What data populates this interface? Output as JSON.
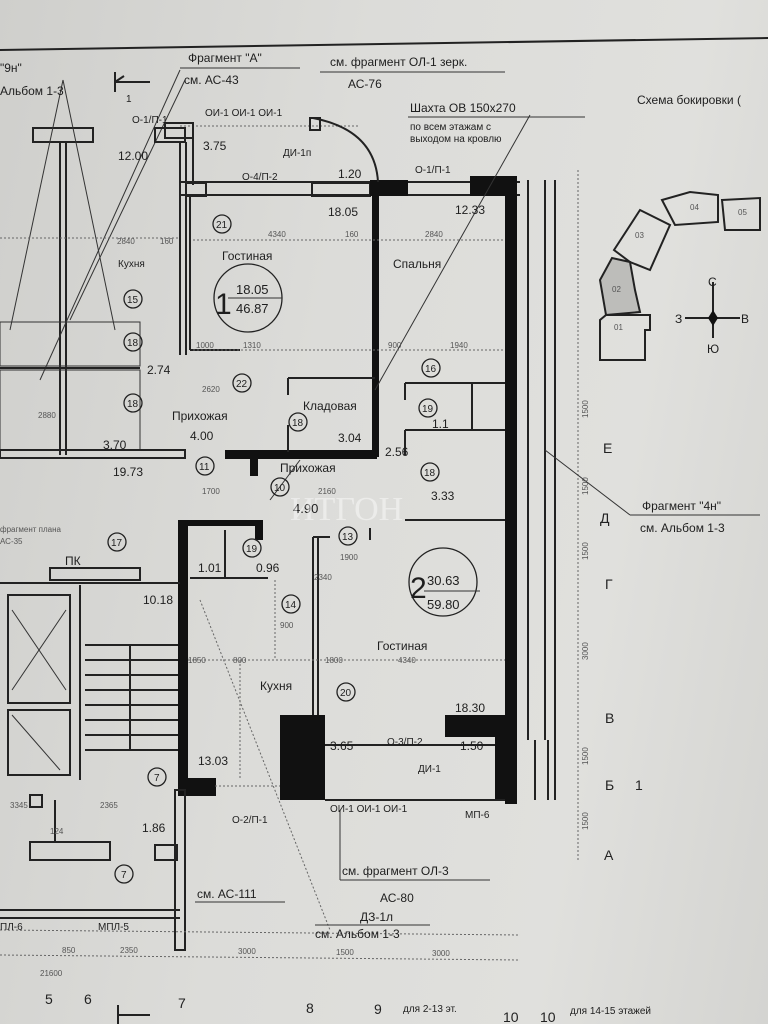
{
  "callouts": {
    "fragment_9n": "\"9н\"",
    "album_1_3_top": "Альбом 1-3",
    "fragment_a": "Фрагмент \"А\"",
    "see_ac43": "см. АС-43",
    "see_ol1": "см. фрагмент ОЛ-1 зерк.",
    "ac76": "АС-76",
    "shaft_title": "Шахта ОВ 150x270",
    "shaft_note_1": "по всем этажам с",
    "shaft_note_2": "выходом на кровлю",
    "scheme_title": "Схема бокировки (",
    "fragment_4n": "Фрагмент \"4н\"",
    "see_album_right": "см. Альбом 1-3",
    "see_ol3": "см. фрагмент ОЛ-3",
    "ac80": "АС-80",
    "dz1l": "ДЗ-1л",
    "see_album_bottom": "см. Альбом 1-3",
    "see_ac111": "см. АС-111",
    "for_2_13": "для 2-13 эт.",
    "for_14_15": "для 14-15 этажей",
    "plan_fragment": "фрагмент плана",
    "as35": "АС-35"
  },
  "apartments": [
    {
      "number": "1",
      "living_area": "18.05",
      "total_area": "46.87"
    },
    {
      "number": "2",
      "living_area": "30.63",
      "total_area": "59.80"
    }
  ],
  "rooms": {
    "living1": "Гостиная",
    "bedroom1": "Спальня",
    "hall1": "Прихожая",
    "hall1_area": "4.00",
    "storage": "Кладовая",
    "storage_area": "3.04",
    "hall2": "Прихожая",
    "hall2_area": "4.90",
    "kitchen_left": "Кухня",
    "kitchen2": "Кухня",
    "kitchen2_area": "13.03",
    "living2": "Гостиная",
    "living2_area": "18.30",
    "balcony_area": "3.65",
    "loggia_area": "1.50",
    "living1_area": "18.05",
    "bedroom1_area": "12.33",
    "bath1_area": "2.56",
    "wc1_area": "1.1",
    "bath2_area": "3.33",
    "wc2a_area": "1.01",
    "wc2b_area": "0.96",
    "stair_area": "10.18",
    "left_area_1": "12.00",
    "left_area_2": "3.75",
    "left_area_3": "2.74",
    "left_area_4": "3.70",
    "left_area_5": "19.73",
    "left_area_6": "1.86",
    "balcony_top_area": "1.20"
  },
  "marks": {
    "o1p1_left": "О-1/П-1",
    "o1p1_right": "О-1/П-1",
    "o4p2": "О-4/П-2",
    "oi_top": "ОИ-1  ОИ-1  ОИ-1",
    "di1n": "ДИ-1п",
    "o3p2": "О-3/П-2",
    "di1": "ДИ-1",
    "o2p1": "О-2/П-1",
    "oi_bottom": "ОИ-1  ОИ-1  ОИ-1",
    "mp6": "МП-6",
    "mpl5": "МПЛ-5",
    "pl6": "ПЛ-6",
    "pk": "ПК",
    "section_1": "1"
  },
  "circles": [
    "21",
    "15",
    "18",
    "18",
    "22",
    "18",
    "11",
    "10",
    "16",
    "19",
    "18",
    "13",
    "19",
    "14",
    "20",
    "17",
    "7",
    "7"
  ],
  "dims": [
    "2840",
    "160",
    "4340",
    "160",
    "2840",
    "1000",
    "1310",
    "900",
    "1940",
    "2620",
    "1700",
    "2160",
    "1900",
    "1850",
    "800",
    "2340",
    "900",
    "1800",
    "4340",
    "2880",
    "3345",
    "2365",
    "124",
    "850",
    "2350",
    "3000",
    "1500",
    "3000",
    "21600",
    "1500",
    "1500",
    "1500",
    "3000",
    "1500",
    "1500"
  ],
  "axes": {
    "rows": [
      "Е",
      "Д",
      "Г",
      "В",
      "Б",
      "А"
    ],
    "row_b_num": "1",
    "cols": [
      "5",
      "6",
      "7",
      "8",
      "9",
      "10",
      "10"
    ]
  },
  "scheme": {
    "sections": [
      "01",
      "02",
      "03",
      "04",
      "05"
    ],
    "compass": {
      "n": "С",
      "s": "Ю",
      "w": "З",
      "e": "В"
    }
  },
  "watermark": "ИТГОН"
}
